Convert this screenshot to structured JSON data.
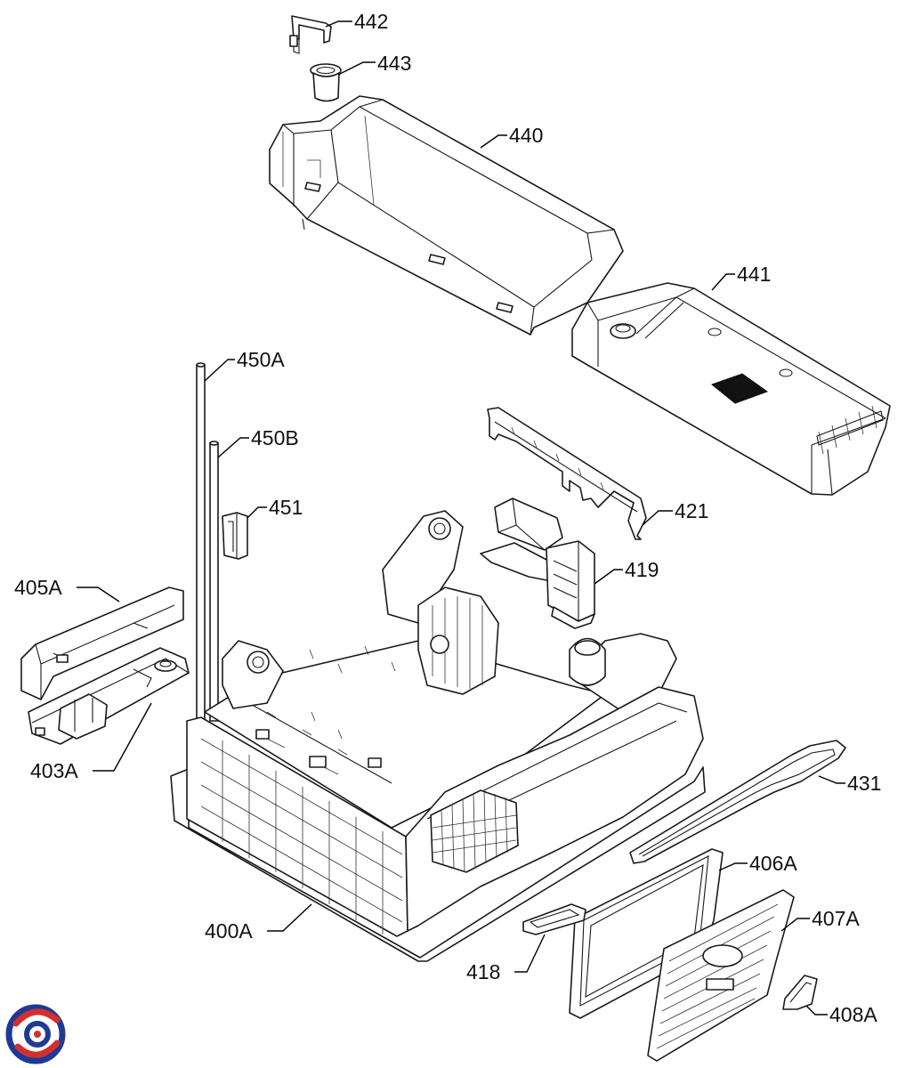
{
  "labels": {
    "p442": "442",
    "p443": "443",
    "p440": "440",
    "p441": "441",
    "p450A": "450A",
    "p450B": "450B",
    "p451": "451",
    "p421": "421",
    "p419": "419",
    "p405A": "405A",
    "p403A": "403A",
    "p431": "431",
    "p406A": "406A",
    "p407A": "407A",
    "p400A": "400A",
    "p418": "418",
    "p408A": "408A"
  },
  "colors": {
    "line": "#1a1a1a",
    "logo_blue": "#1f3a93",
    "logo_red": "#d32f2f"
  },
  "logo": {
    "icon": "brand-swirl-logo"
  }
}
